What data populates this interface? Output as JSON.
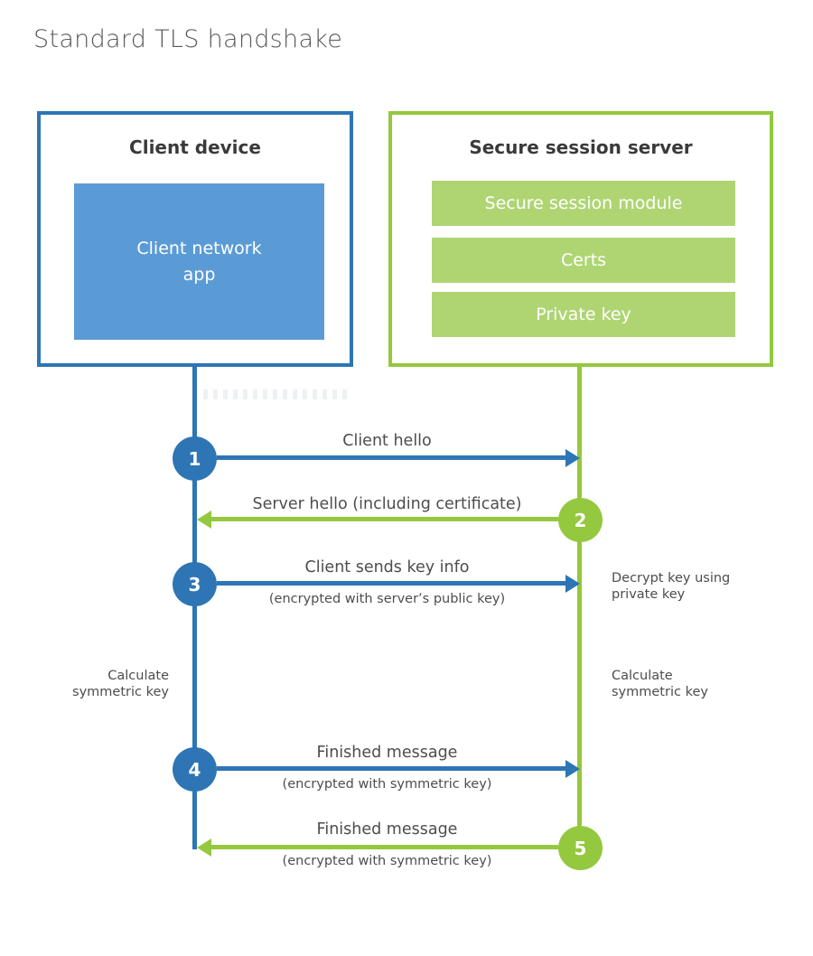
{
  "title": "Standard TLS handshake",
  "colors": {
    "blue_stroke": "#2e75b5",
    "blue_fill": "#5b9bd5",
    "green_stroke": "#94c83e",
    "green_fill": "#afd573",
    "header_text": "#3a3a3a",
    "label_text": "#4d4d4d",
    "title_text": "#57585a"
  },
  "client": {
    "header": "Client device",
    "app_label": "Client network\napp"
  },
  "server": {
    "header": "Secure session server",
    "modules": [
      "Secure session module",
      "Certs",
      "Private key"
    ]
  },
  "steps": [
    {
      "number": "1",
      "direction": "right",
      "label": "Client hello",
      "sublabel": ""
    },
    {
      "number": "2",
      "direction": "left",
      "label": "Server hello (including certificate)",
      "sublabel": ""
    },
    {
      "number": "3",
      "direction": "right",
      "label": "Client sends key info",
      "sublabel": "(encrypted with server’s public key)"
    },
    {
      "number": "4",
      "direction": "right",
      "label": "Finished message",
      "sublabel": "(encrypted with symmetric key)"
    },
    {
      "number": "5",
      "direction": "left",
      "label": "Finished message",
      "sublabel": "(encrypted with symmetric key)"
    }
  ],
  "side_notes": {
    "decrypt": "Decrypt key using\nprivate key",
    "calc_left": "Calculate\nsymmetric key",
    "calc_right": "Calculate\nsymmetric key"
  }
}
